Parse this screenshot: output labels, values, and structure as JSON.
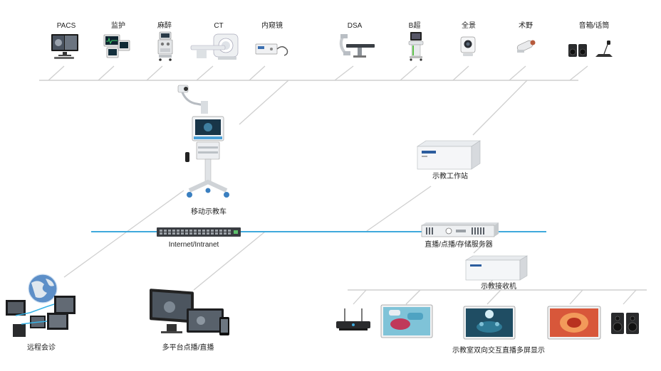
{
  "top_devices": [
    {
      "label": "PACS",
      "icon": "pacs-monitor-icon"
    },
    {
      "label": "监护",
      "icon": "patient-monitor-icon"
    },
    {
      "label": "麻醉",
      "icon": "anesthesia-machine-icon"
    },
    {
      "label": "CT",
      "icon": "ct-scanner-icon"
    },
    {
      "label": "内窥镜",
      "icon": "endoscope-icon"
    },
    {
      "label": "DSA",
      "icon": "dsa-machine-icon"
    },
    {
      "label": "B超",
      "icon": "ultrasound-cart-icon"
    },
    {
      "label": "全景",
      "icon": "panoramic-camera-icon"
    },
    {
      "label": "术野",
      "icon": "surgical-field-camera-icon"
    },
    {
      "label": "音箱/话筒",
      "icon": "speaker-microphone-icon"
    }
  ],
  "nodes": {
    "mobile_cart": "移动示教车",
    "workstation": "示教工作站",
    "switch": "Internet/Intranet",
    "server": "直播/点播/存储服务器",
    "receiver": "示教接收机",
    "remote": "远程会诊",
    "multiplatform": "多平台点播/直播",
    "classroom": "示教室双向交互直播多屏显示"
  },
  "colors": {
    "network_line": "#3fa9dc",
    "connector_line": "#cfcfcf"
  }
}
